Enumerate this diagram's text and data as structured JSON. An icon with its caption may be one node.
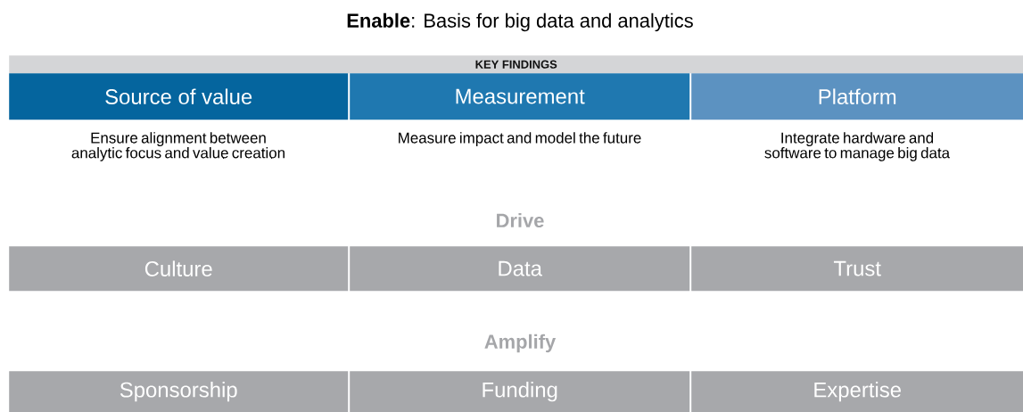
{
  "diagram": {
    "title": "**Enable**: Basis for big data and analytics",
    "nodes": [
      {
        "text": [
          "KEY FINDINGS"
        ]
      },
      {
        "text": [
          "Source of value"
        ],
        "beside": [
          "Ensure alignment between analytic focus and value creation"
        ]
      },
      {
        "text": [
          "Measurement"
        ],
        "beside": [
          "Measure impact and model the future"
        ]
      },
      {
        "text": [
          "Platform"
        ],
        "beside": [
          "Integrate hardware and software to manage big data"
        ]
      },
      {
        "text": [
          "Culture"
        ]
      },
      {
        "text": [
          "Data"
        ]
      },
      {
        "text": [
          "Trust"
        ]
      },
      {
        "text": [
          "Sponsorship"
        ]
      },
      {
        "text": [
          "Funding"
        ]
      },
      {
        "text": [
          "Expertise"
        ]
      }
    ],
    "labels": [
      "Drive",
      "Amplify"
    ]
  }
}
